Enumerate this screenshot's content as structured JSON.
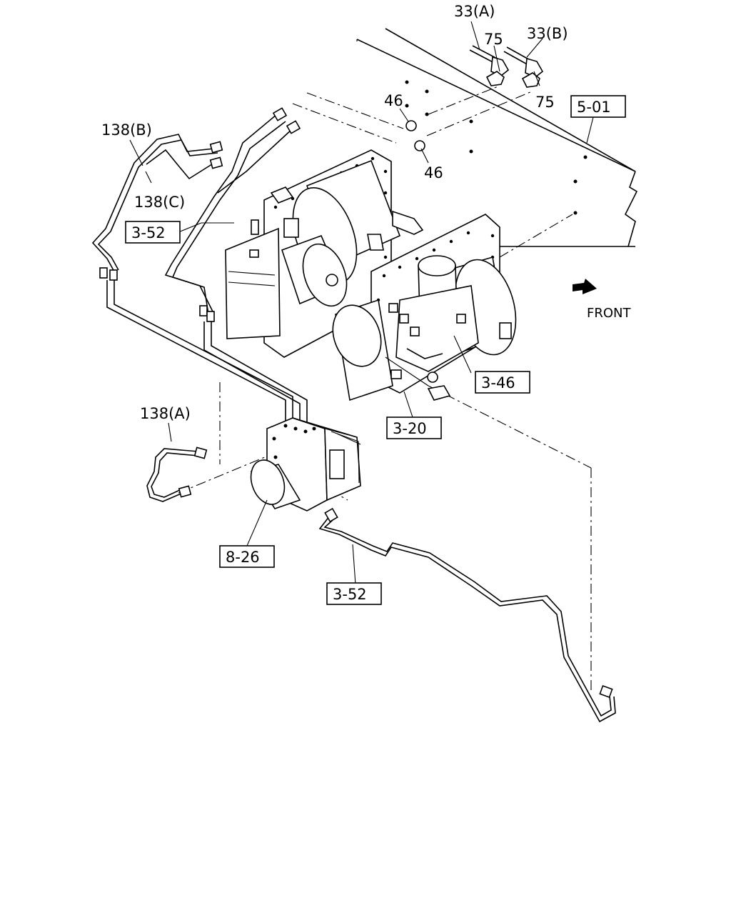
{
  "labels": {
    "bolt_33a": "33(A)",
    "bolt_33b": "33(B)",
    "washer_75_top": "75",
    "washer_75_bottom": "75",
    "nut_46_top": "46",
    "nut_46_bottom": "46",
    "frame_ref": "5-01",
    "pipe_138b": "138(B)",
    "pipe_138c": "138(C)",
    "pipe_138a": "138(A)",
    "ref_3_52_top": "3-52",
    "ref_3_52_bottom": "3-52",
    "ref_3_46": "3-46",
    "ref_3_20": "3-20",
    "ref_8_26": "8-26",
    "front": "FRONT"
  },
  "icons": {
    "front_arrow": "front-arrow-icon"
  }
}
